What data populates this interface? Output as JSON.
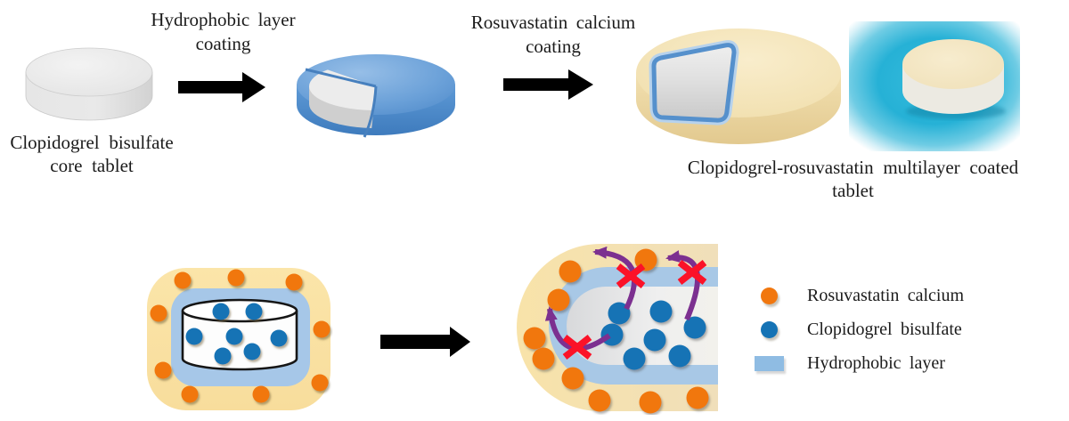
{
  "figure": {
    "flow_labels": {
      "step1": {
        "line1": "Hydrophobic layer",
        "line2": "coating"
      },
      "step2": {
        "line1": "Rosuvastatin calcium",
        "line2": "coating"
      }
    },
    "captions": {
      "core_tablet": {
        "line1": "Clopidogrel bisulfate",
        "line2": "core tablet"
      },
      "final_tablet": "Clopidogrel-rosuvastatin multilayer coated tablet"
    },
    "legend": {
      "items": [
        {
          "symbol": "orange-dot",
          "label": "Rosuvastatin calcium",
          "color": "#F1770F"
        },
        {
          "symbol": "blue-dot",
          "label": "Clopidogrel bisulfate",
          "color": "#1573B5"
        },
        {
          "symbol": "hydrophobic-rect",
          "label": "Hydrophobic layer",
          "color": "#8FBCE3"
        }
      ]
    },
    "schematics": {
      "cross_section": {
        "orange_dot_count": 9,
        "blue_dot_count": 7
      },
      "magnified_view": {
        "orange_dot_count": 9,
        "blue_dot_count": 7,
        "blocked_diffusion_arrows": 3,
        "x_mark_count": 3
      }
    },
    "colors": {
      "core_gray": "#E9E9E9",
      "hydrophobic_coat_blue": "#5E97D3",
      "rosuvastatin_cream": "#F2E0B4",
      "schematic_yellow": "#FAE3A6",
      "schematic_layer_blue": "#A6C7E8",
      "rosuvastatin_dot_orange": "#F1770F",
      "clopidogrel_dot_blue": "#1573B5",
      "blocked_arrow_purple": "#7C3090",
      "blocked_x_red": "#FB1228",
      "photo_background_cyan": "#28B3D7",
      "flow_arrow_black": "#000000",
      "text": "#1B1B1B"
    }
  }
}
